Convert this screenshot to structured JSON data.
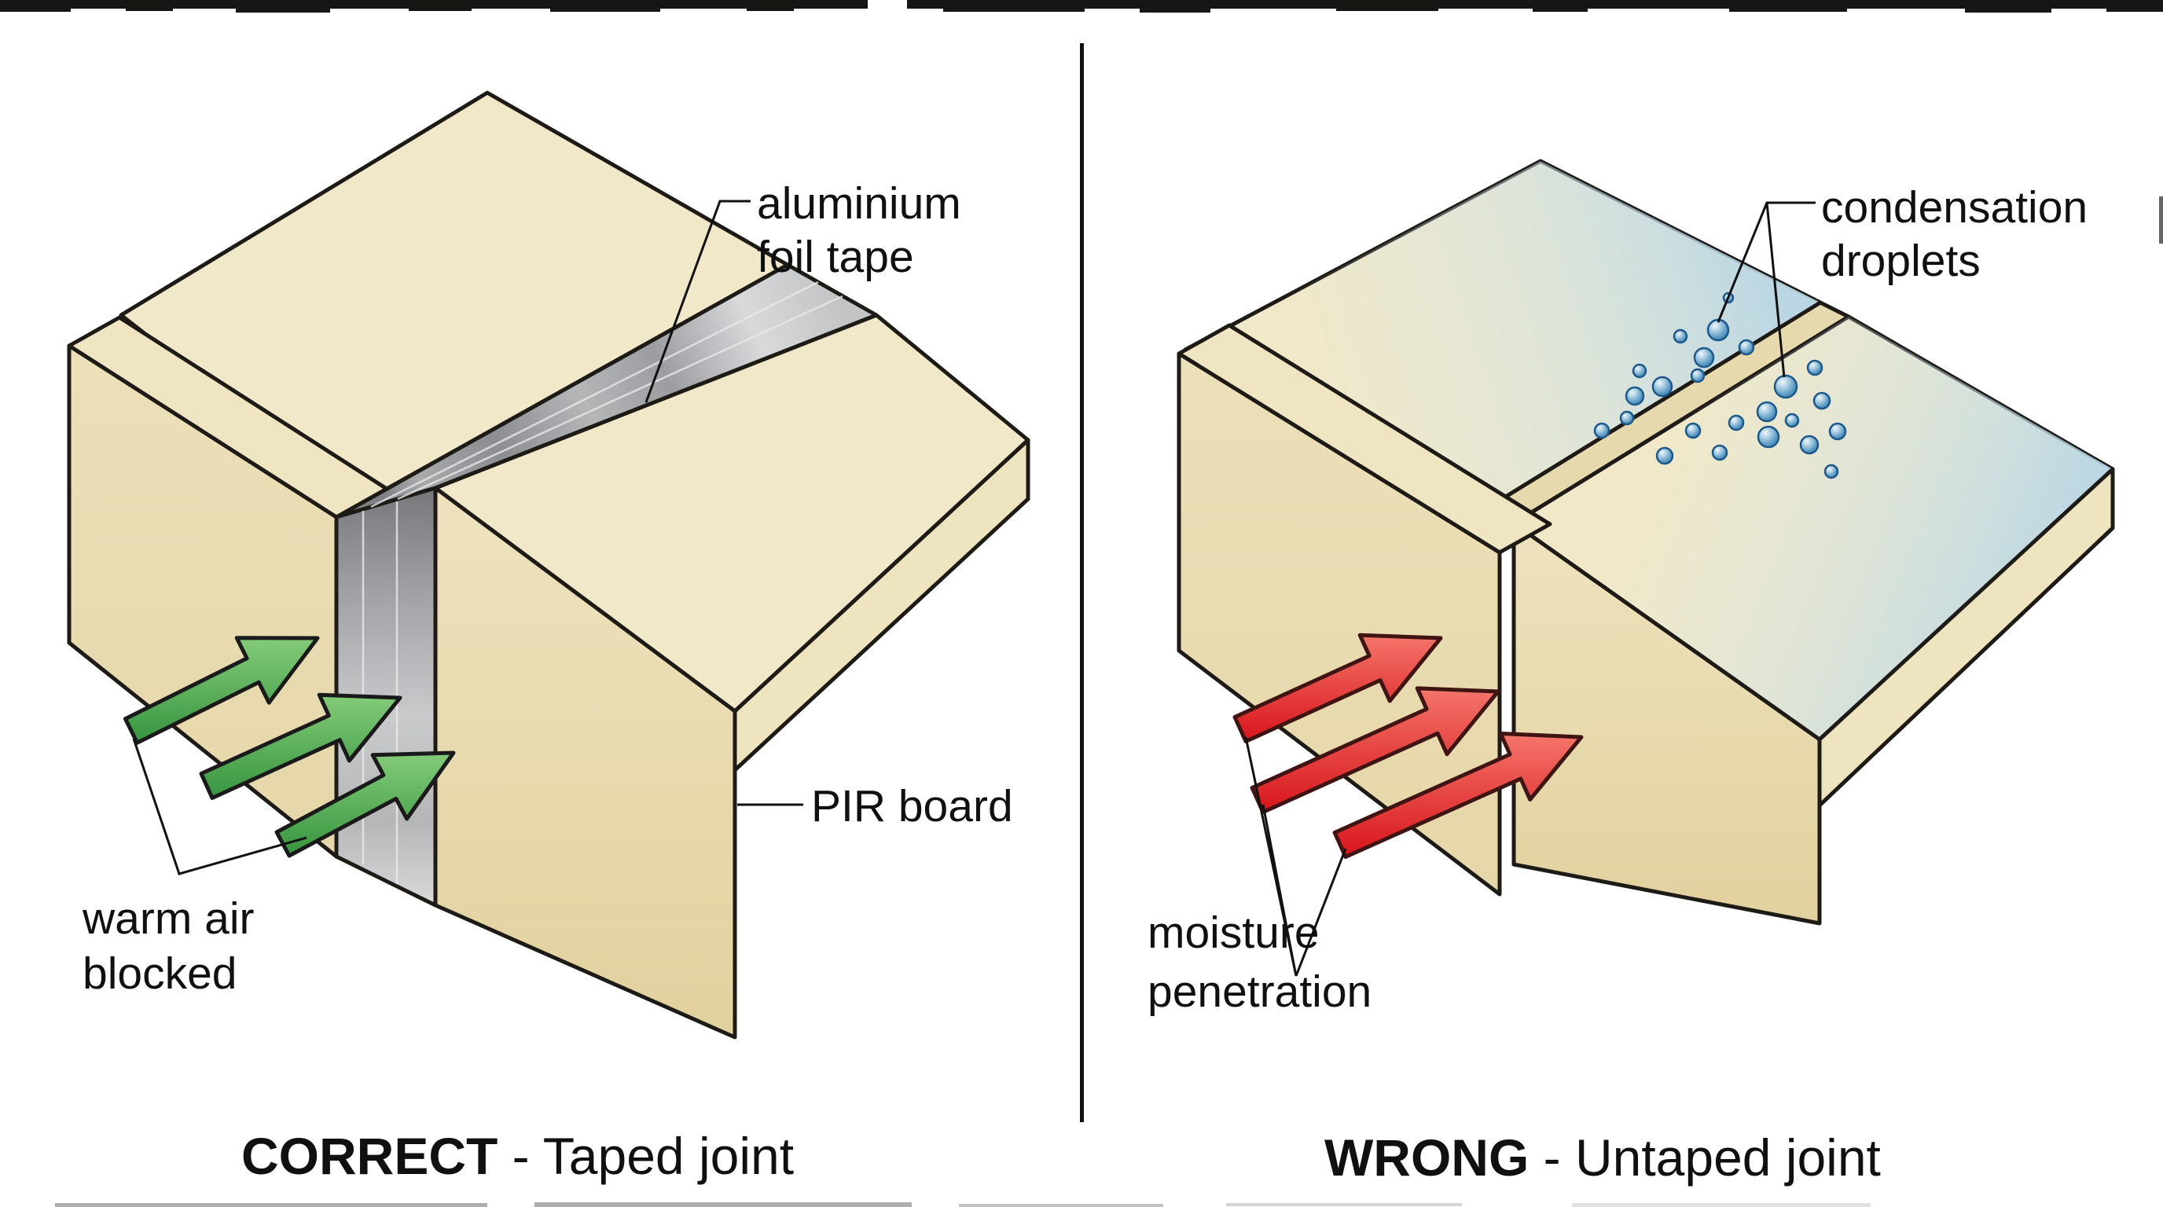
{
  "document": {
    "type": "scanned-technical-diagram",
    "subject": "PIR insulation board joint taping comparison"
  },
  "left_panel": {
    "caption_bold": "CORRECT",
    "caption_rest": " - Taped joint",
    "labels": {
      "tape_line1": "aluminium",
      "tape_line2": "foil tape",
      "board": "PIR board",
      "air_line1": "warm air",
      "air_line2": "blocked"
    }
  },
  "right_panel": {
    "caption_bold": "WRONG",
    "caption_rest": " - Untaped joint",
    "labels": {
      "cond_line1": "condensation",
      "cond_line2": "droplets",
      "moist_line1": "moisture",
      "moist_line2": "penetration"
    }
  },
  "colors": {
    "board_top": "#f1e8ca",
    "board_front": "#eadfb8",
    "board_edge": "#eee4c0",
    "tape_silver_light": "#d8d9db",
    "tape_silver_dark": "#7e8083",
    "arrow_green": "#46a24c",
    "arrow_red": "#dd1f26",
    "droplet_blue": "#5e9cc4",
    "condensation_tint": "#b7d5e4",
    "outline": "#1e1b16",
    "divider": "#111111",
    "text": "#101010",
    "scan_bar": "#161614"
  }
}
